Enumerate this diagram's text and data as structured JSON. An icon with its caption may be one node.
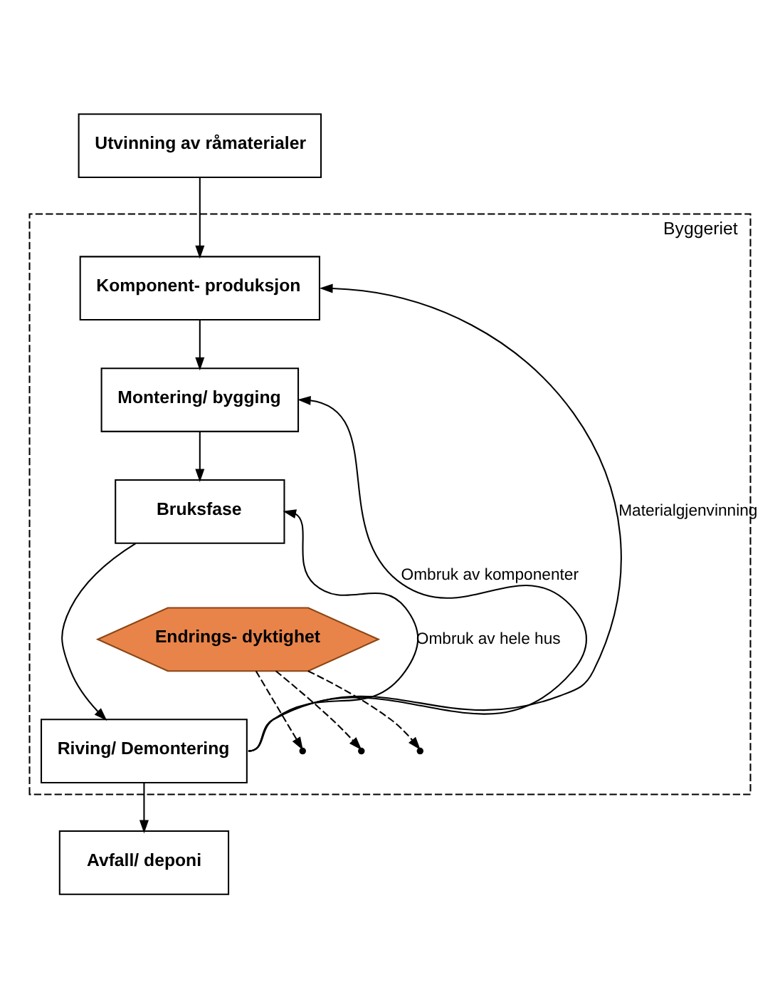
{
  "diagram": {
    "nodes": [
      {
        "text": [
          "Utvinning av råmaterialer"
        ]
      },
      {
        "text": [
          "Byggeriet"
        ]
      },
      {
        "text": [
          "Komponent- produksjon"
        ],
        "in": 1
      },
      {
        "text": [
          "Montering/ bygging"
        ],
        "in": 1
      },
      {
        "text": [
          "Bruksfase"
        ],
        "in": 1
      },
      {
        "text": [
          "Endrings- dyktighet"
        ],
        "in": 1
      },
      {
        "text": [
          "Riving/ Demontering"
        ],
        "in": 1
      },
      {
        "text": [
          "Avfall/ deponi"
        ]
      }
    ],
    "edges": [
      {
        "from": 0,
        "to": 2,
        "arrow": "to"
      },
      {
        "from": 2,
        "to": 3,
        "arrow": "to"
      },
      {
        "from": 3,
        "to": 4,
        "arrow": "to"
      },
      {
        "from": 4,
        "to": 6,
        "arrow": "to"
      },
      {
        "from": 6,
        "to": 7,
        "arrow": "to"
      },
      {
        "from": 6,
        "to": 4,
        "arrow": "to",
        "label": "Ombruk av hele hus"
      },
      {
        "from": 6,
        "to": 3,
        "arrow": "to",
        "label": "Ombruk av komponenter"
      },
      {
        "from": 6,
        "to": 2,
        "arrow": "to",
        "label": "Materialgjenvinning"
      },
      {
        "from": 5,
        "to": null,
        "arrow": "to",
        "style": "dashed"
      },
      {
        "from": 5,
        "to": null,
        "arrow": "to",
        "style": "dashed"
      },
      {
        "from": 5,
        "to": null,
        "arrow": "to",
        "style": "dashed"
      }
    ]
  }
}
